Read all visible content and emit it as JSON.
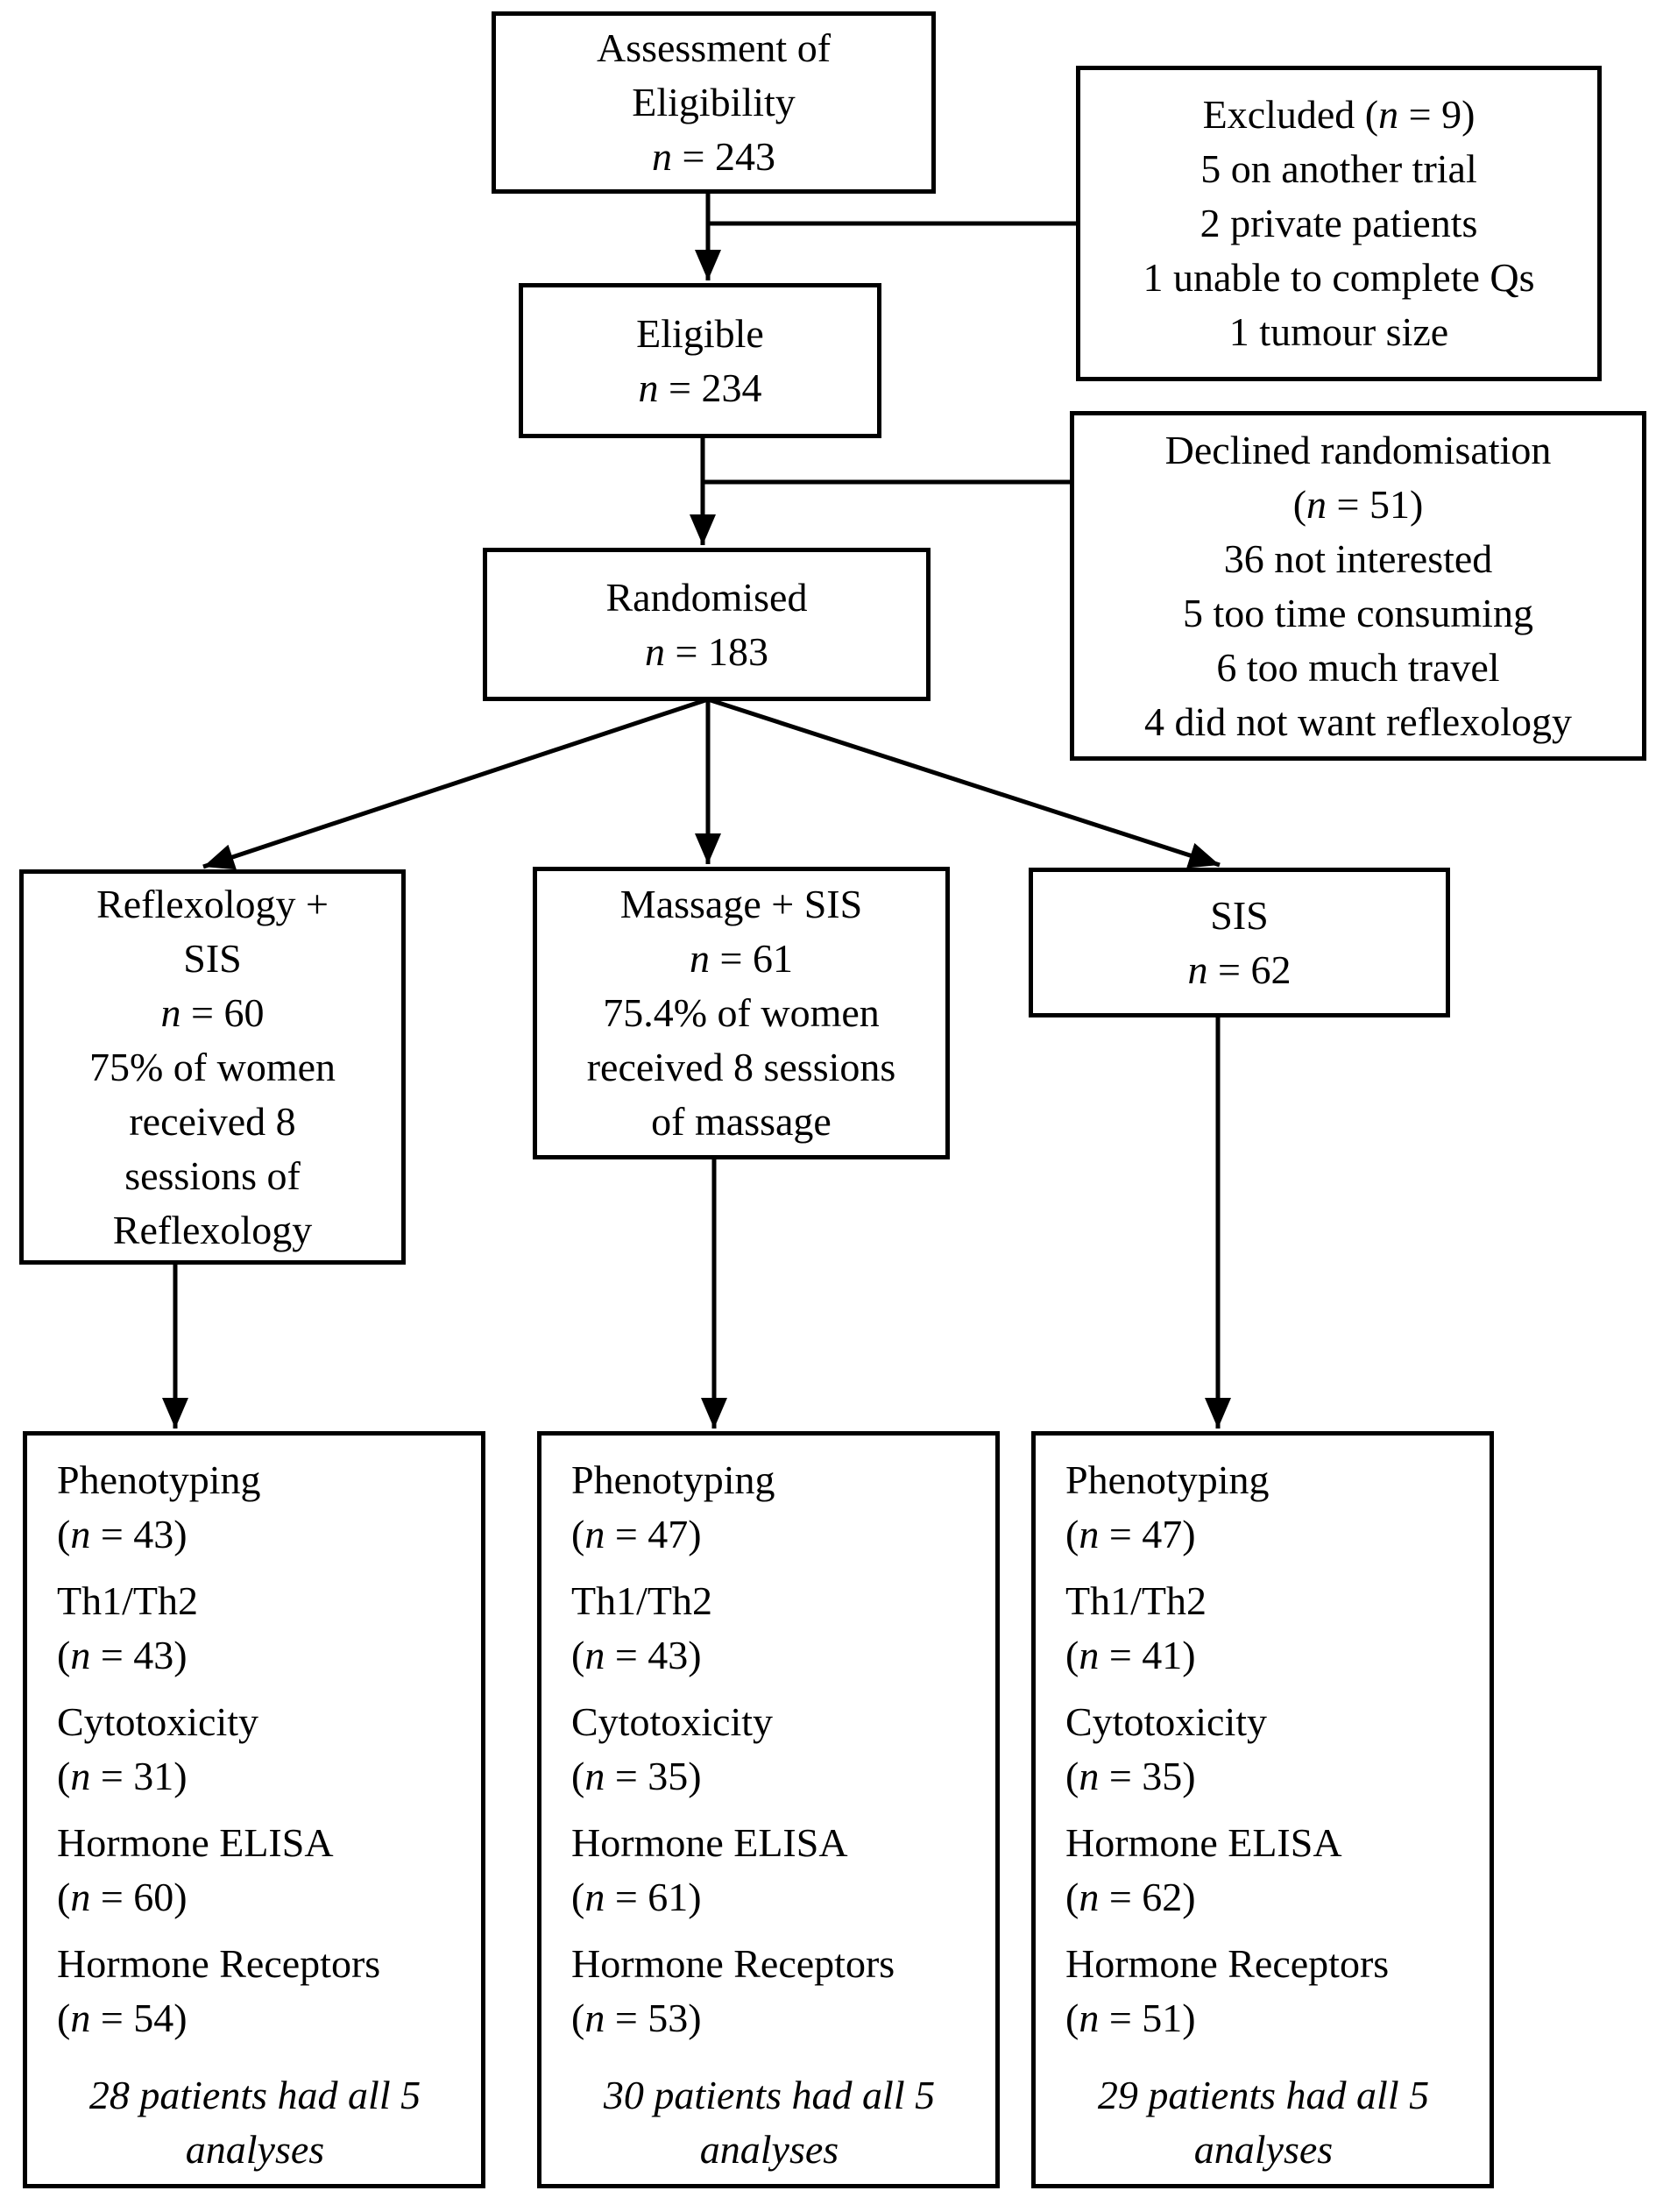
{
  "figure": {
    "type": "consort-flow-diagram",
    "background_color": "#ffffff",
    "line_color": "#000000",
    "text_color": "#000000"
  },
  "nodes": {
    "assessment": {
      "lines": [
        "Assessment of",
        "Eligibility",
        "n = 243"
      ]
    },
    "excluded": {
      "lines": [
        "Excluded (n = 9)",
        "5 on another trial",
        "2 private patients",
        "1 unable to complete Qs",
        "1 tumour size"
      ]
    },
    "eligible": {
      "lines": [
        "Eligible",
        "n = 234"
      ]
    },
    "declined": {
      "lines": [
        "Declined randomisation",
        "(n = 51)",
        "36 not interested",
        "5 too time consuming",
        "6 too much travel",
        "4 did not want reflexology"
      ]
    },
    "randomised": {
      "lines": [
        "Randomised",
        "n = 183"
      ]
    },
    "arm_reflexology": {
      "lines": [
        "Reflexology +",
        "SIS",
        "n = 60",
        "75% of women",
        "received 8",
        "sessions of",
        "Reflexology"
      ]
    },
    "arm_massage": {
      "lines": [
        "Massage + SIS",
        "n = 61",
        "75.4% of women",
        "received 8 sessions",
        "of massage"
      ]
    },
    "arm_sis": {
      "lines": [
        "SIS",
        "n = 62"
      ]
    }
  },
  "outcomes": [
    {
      "items": [
        {
          "label": "Phenotyping",
          "n": "(n = 43)"
        },
        {
          "label": "Th1/Th2",
          "n": "(n = 43)"
        },
        {
          "label": "Cytotoxicity",
          "n": "(n = 31)"
        },
        {
          "label": "Hormone ELISA",
          "n": "(n = 60)"
        },
        {
          "label": "Hormone Receptors",
          "n": "(n = 54)"
        }
      ],
      "footer": "28 patients had all 5 analyses"
    },
    {
      "items": [
        {
          "label": "Phenotyping",
          "n": "(n = 47)"
        },
        {
          "label": "Th1/Th2",
          "n": "(n = 43)"
        },
        {
          "label": "Cytotoxicity",
          "n": "(n = 35)"
        },
        {
          "label": "Hormone ELISA",
          "n": "(n = 61)"
        },
        {
          "label": "Hormone Receptors",
          "n": "(n = 53)"
        }
      ],
      "footer": "30 patients had all 5 analyses"
    },
    {
      "items": [
        {
          "label": "Phenotyping",
          "n": "(n = 47)"
        },
        {
          "label": "Th1/Th2",
          "n": "(n = 41)"
        },
        {
          "label": "Cytotoxicity",
          "n": "(n = 35)"
        },
        {
          "label": "Hormone ELISA",
          "n": "(n = 62)"
        },
        {
          "label": "Hormone Receptors",
          "n": "(n = 51)"
        }
      ],
      "footer": "29 patients had all 5 analyses"
    }
  ]
}
